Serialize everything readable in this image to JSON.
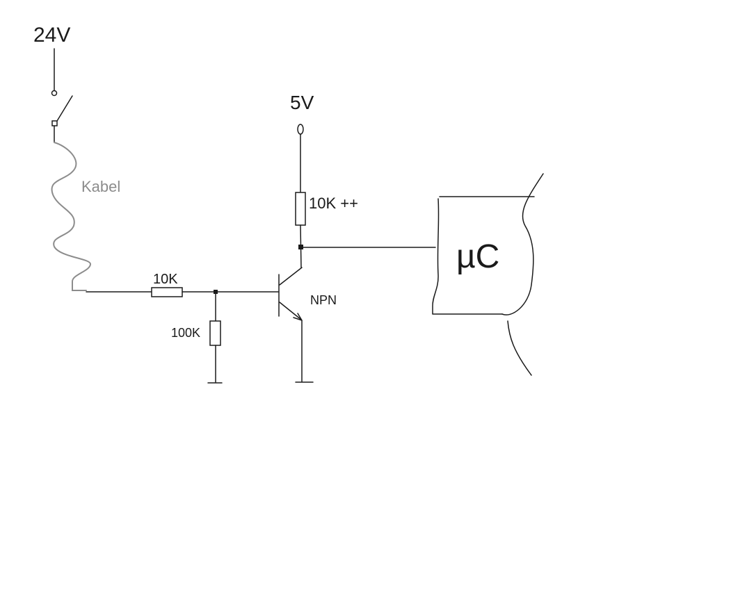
{
  "colors": {
    "ink": "#1a1a1a",
    "cable": "#8c8c8c",
    "background": "#ffffff"
  },
  "labels": {
    "supply_24v": "24V",
    "supply_5v": "5V",
    "cable": "Kabel",
    "r_series": "10K",
    "r_pulldown": "100K",
    "r_pullup": "10K ++",
    "transistor": "NPN",
    "mcu": "µC"
  }
}
